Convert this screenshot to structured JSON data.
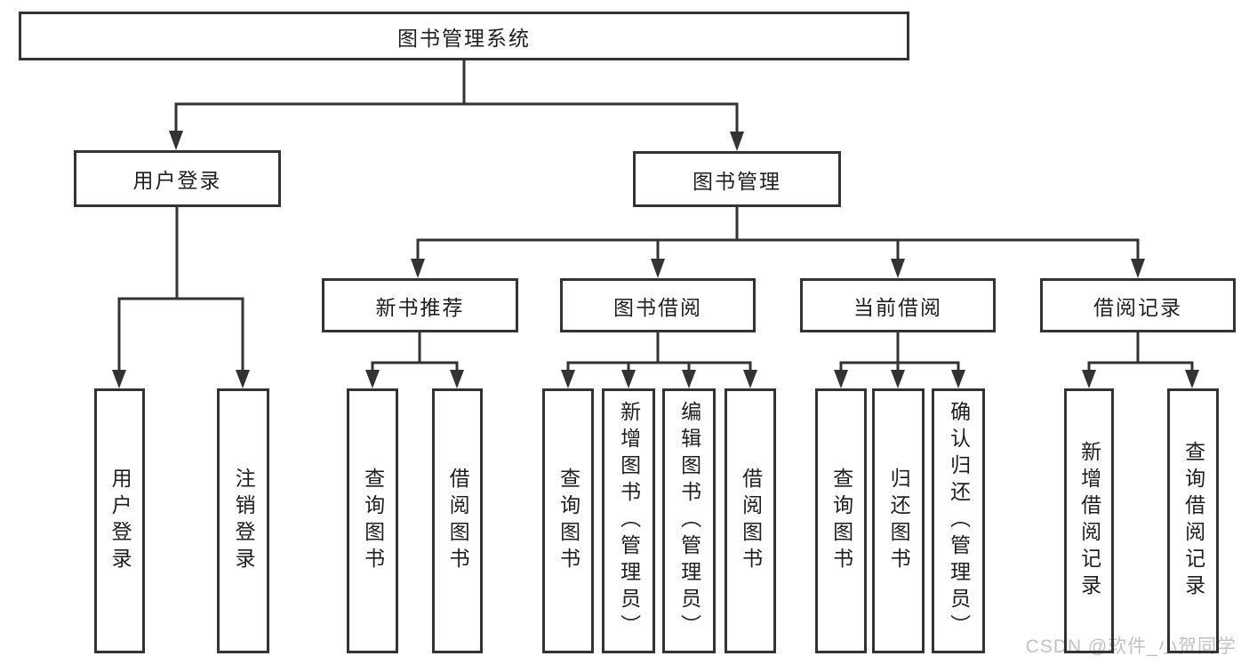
{
  "diagram": {
    "root": {
      "label": "图书管理系统"
    },
    "level2": [
      {
        "label": "用户登录"
      },
      {
        "label": "图书管理"
      }
    ],
    "level3": [
      {
        "label": "新书推荐"
      },
      {
        "label": "图书借阅"
      },
      {
        "label": "当前借阅"
      },
      {
        "label": "借阅记录"
      }
    ],
    "leaves": {
      "user_login": [
        {
          "label": "用户登录"
        },
        {
          "label": "注销登录"
        }
      ],
      "new_book_recommend": [
        {
          "label": "查询图书"
        },
        {
          "label": "借阅图书"
        }
      ],
      "book_borrowing": [
        {
          "label": "查询图书"
        },
        {
          "label": "新增图书（管理员）"
        },
        {
          "label": "编辑图书（管理员）"
        },
        {
          "label": "借阅图书"
        }
      ],
      "current_borrowing": [
        {
          "label": "查询图书"
        },
        {
          "label": "归还图书"
        },
        {
          "label": "确认归还（管理员）"
        }
      ],
      "borrowing_records": [
        {
          "label": "新增借阅记录"
        },
        {
          "label": "查询借阅记录"
        }
      ]
    }
  },
  "watermark": {
    "text": "CSDN @软件_小贺同学"
  },
  "colors": {
    "line": "#333333",
    "box_border": "#333333",
    "label_text": "#1f1f1f",
    "watermark_text": "#bfc3c7",
    "background": "#ffffff"
  }
}
